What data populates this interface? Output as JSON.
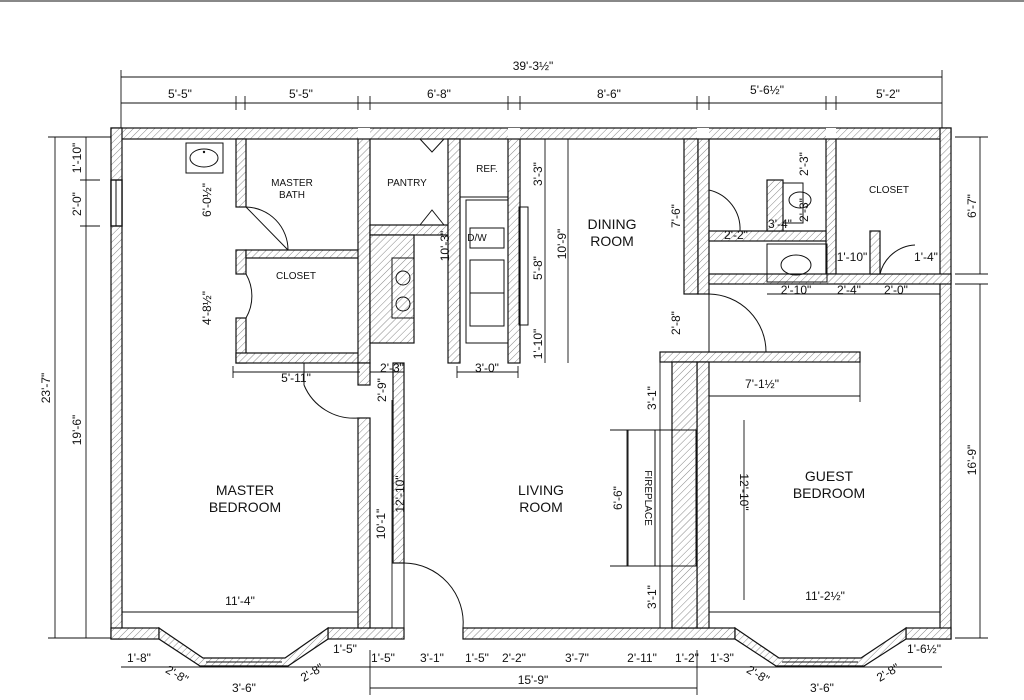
{
  "rooms": {
    "master_bath": [
      "MASTER",
      "BATH"
    ],
    "pantry": "PANTRY",
    "ref": "REF.",
    "dw": "D/W",
    "dining": [
      "DINING",
      "ROOM"
    ],
    "closet_upper": "CLOSET",
    "closet_master": "CLOSET",
    "master_bedroom": [
      "MASTER",
      "BEDROOM"
    ],
    "living": [
      "LIVING",
      "ROOM"
    ],
    "guest_bedroom": [
      "GUEST",
      "BEDROOM"
    ],
    "fireplace": "FIREPLACE"
  },
  "dimensions": {
    "overall_width": "39'-3½\"",
    "top": [
      "5'-5\"",
      "5'-5\"",
      "6'-8\"",
      "8'-6\"",
      "5'-6½\"",
      "5'-2\""
    ],
    "left_overall": "23'-7\"",
    "left_segments": [
      "1'-10\"",
      "2'-0\""
    ],
    "left_bedroom": "19'-6\"",
    "right_top": "6'-7\"",
    "right_bottom": "16'-9\"",
    "bottom": [
      "1'-8\"",
      "2'-8\"",
      "3'-6\"",
      "2'-8\"",
      "1'-5\"",
      "1'-5\"",
      "3'-1\"",
      "1'-5\"",
      "2'-2\"",
      "3'-7\"",
      "2'-11\"",
      "1'-2\"",
      "1'-3\"",
      "2'-8\"",
      "3'-6\"",
      "2'-8\"",
      "1'-6½\""
    ],
    "bottom_overall": "15'-9\"",
    "bath_height": "6'-0½\"",
    "closet_height": "4'-8½\"",
    "master_closet_width": "5'-11\"",
    "hall_a": "2'-3\"",
    "hall_b": "2'-9\"",
    "kitchen_height": "10'-3\"",
    "kitchen_width": "3'-0\"",
    "dining_a": "3'-3\"",
    "dining_b": "5'-8\"",
    "dining_c": "1'-10\"",
    "dining_d": "10'-9\"",
    "dining_e": "7'-6\"",
    "dining_f": "2'-8\"",
    "living_height": "12'-10\"",
    "living_lower": "10'-1\"",
    "master_width": "11'-4\"",
    "fireplace_a": "3'-1\"",
    "fireplace_b": "6'-6\"",
    "fireplace_c": "3'-1\"",
    "guest_width": "7'-1½\"",
    "guest_height": "12'-10\"",
    "guest_bottom": "11'-2½\"",
    "bath2_a": "2'-3\"",
    "bath2_b": "3'-4\"",
    "bath2_c": "2'-2\"",
    "bath2_d": "2'-10\"",
    "bath2_e": "2'-4\"",
    "bath2_f": "2'-0\"",
    "bath2_g": "1'-10\"",
    "bath2_h": "1'-4\"",
    "bath2_i": "2'-3\""
  }
}
